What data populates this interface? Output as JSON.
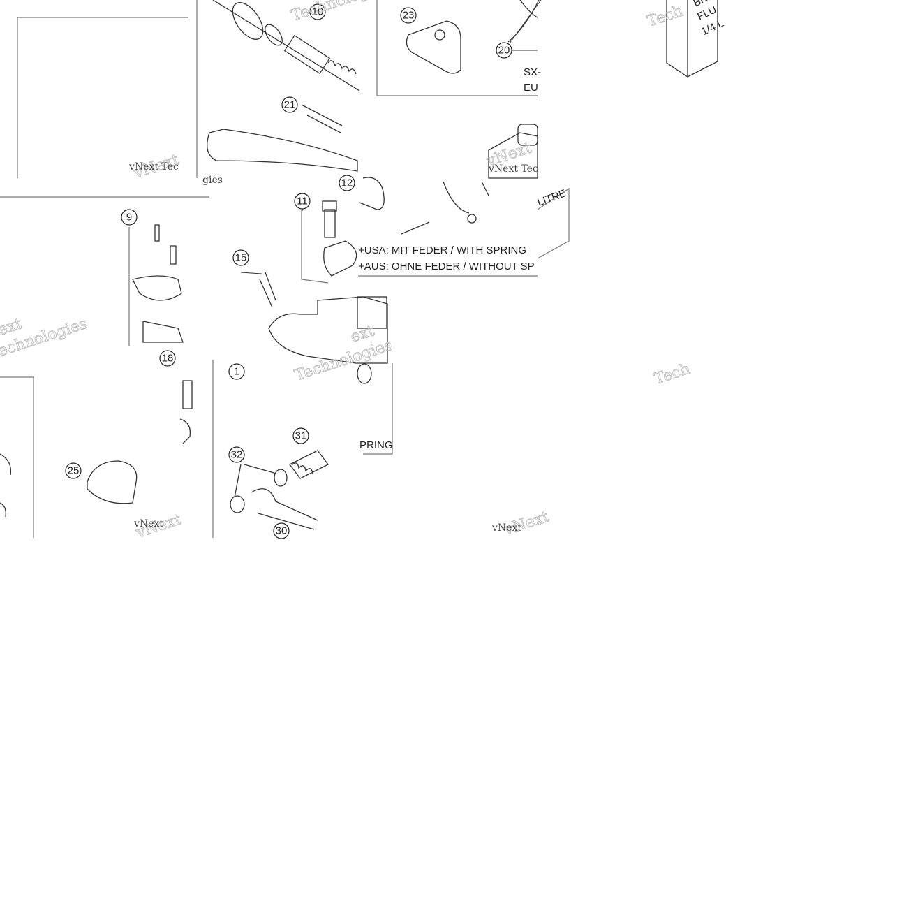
{
  "callouts": [
    {
      "label": "1"
    },
    {
      "label": "9"
    },
    {
      "label": "10"
    },
    {
      "label": "11"
    },
    {
      "label": "12"
    },
    {
      "label": "15"
    },
    {
      "label": "18"
    },
    {
      "label": "20"
    },
    {
      "label": "21"
    },
    {
      "label": "23"
    },
    {
      "label": "25"
    },
    {
      "label": "30"
    },
    {
      "label": "31"
    },
    {
      "label": "32"
    }
  ],
  "notes": {
    "usa": "+USA:  MIT FEDER / WITH SPRING",
    "aus": "+AUS:  OHNE FEDER / WITHOUT SP",
    "spring_fragment": "PRING",
    "sx_fragment": "SX-",
    "eu_fragment": "EU"
  },
  "bottle": {
    "line1": "BRA",
    "line2": "FLU",
    "line3": "1/4 L",
    "litre": "LITRE"
  },
  "watermarks": {
    "full": "vNext Technologies",
    "vnext": "vNext",
    "vnext_tec": "vNext Tec",
    "tech": "Tech",
    "technologies": "Technologies",
    "echnologies": "echnologies",
    "ext": "ext",
    "gies": "gies"
  }
}
